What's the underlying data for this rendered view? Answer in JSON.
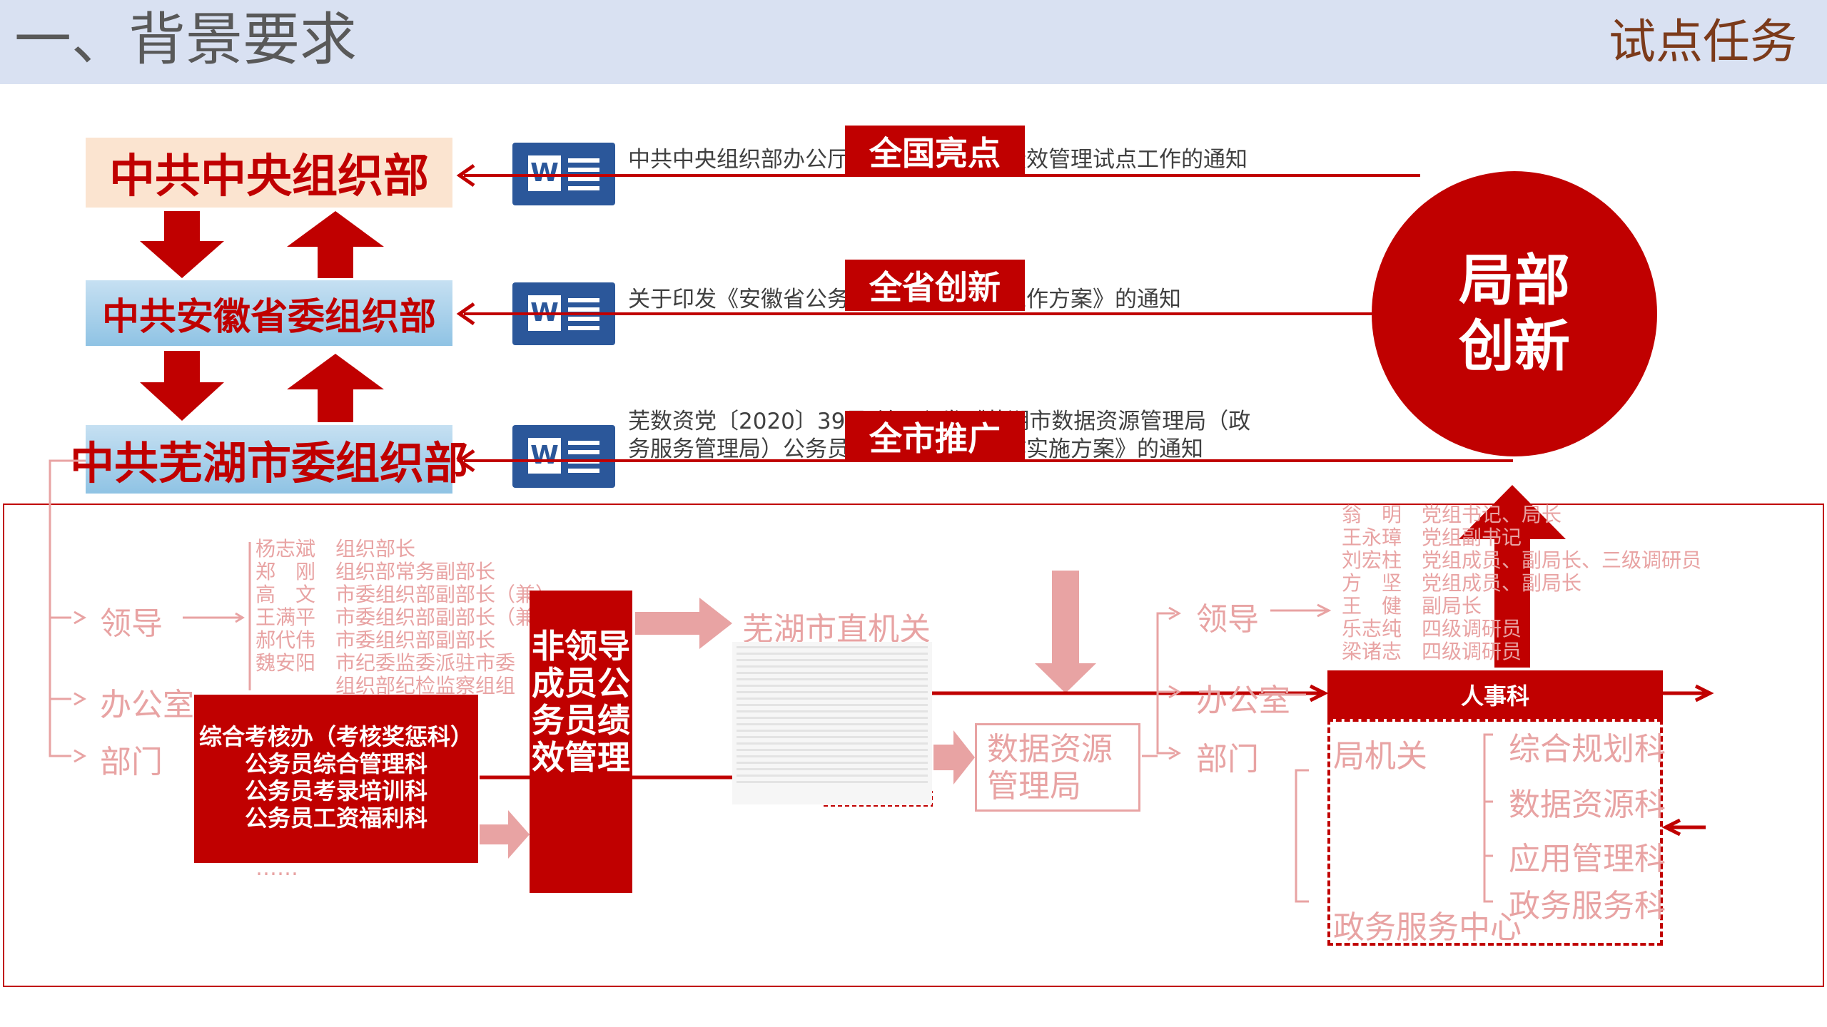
{
  "header": {
    "title": "一、背景要求",
    "subtitle": "试点任务"
  },
  "orgs": [
    "中共中央组织部",
    "中共安徽省委组织部",
    "中共芜湖市委组织部"
  ],
  "documents": [
    "中共中央组织部办公厅关于开展公务员绩效管理试点工作的通知",
    "关于印发《安徽省公务员绩效管理试点工作方案》的通知",
    "芜数资党〔2020〕39号 关于印发《芜湖市数据资源管理局（政务服务管理局）公务员绩效管理试点工作实施方案》的通知"
  ],
  "tags": [
    "全国亮点",
    "全省创新",
    "全市推广"
  ],
  "circle": {
    "line1": "局部",
    "line2": "创新"
  },
  "left_tree": {
    "branches": [
      "领导",
      "办公室",
      "部门"
    ],
    "leaders": [
      {
        "name": "杨志斌",
        "role": "组织部长"
      },
      {
        "name": "郑　刚",
        "role": "组织部常务副部长"
      },
      {
        "name": "高　文",
        "role": "市委组织部副部长（兼）"
      },
      {
        "name": "王满平",
        "role": "市委组织部副部长（兼）"
      },
      {
        "name": "郝代伟",
        "role": "市委组织部副部长"
      },
      {
        "name": "魏安阳",
        "role": "市纪委监委派驻市委组织部纪检监察组组长"
      }
    ],
    "departments": [
      "综合考核办（考核奖惩科）",
      "公务员综合管理科",
      "公务员考录培训科",
      "公务员工资福利科"
    ],
    "ellipsis": "……"
  },
  "center": {
    "nonleader_box": "非领导成员公务员绩效管理",
    "city_organs": "芜湖市直机关",
    "data_bureau": "数据资源管理局"
  },
  "right_tree": {
    "branches": [
      "领导",
      "办公室",
      "部门"
    ],
    "leaders": [
      {
        "name": "翁　明",
        "role": "党组书记、局长"
      },
      {
        "name": "王永璋",
        "role": "党组副书记"
      },
      {
        "name": "刘宏柱",
        "role": "党组成员、副局长、三级调研员"
      },
      {
        "name": "方　坚",
        "role": "党组成员、副局长"
      },
      {
        "name": "王　健",
        "role": "副局长"
      },
      {
        "name": "乐志纯",
        "role": "四级调研员"
      },
      {
        "name": "梁诸志",
        "role": "四级调研员"
      }
    ],
    "personnel_section": "人事科",
    "bureau_organ": "局机关",
    "service_center": "政务服务中心",
    "sections": [
      "综合规划科",
      "数据资源科",
      "应用管理科",
      "政务服务科"
    ]
  },
  "colors": {
    "accent_red": "#c00000",
    "faded_pink": "#e8a3a3",
    "header_bg": "#d9e1f2",
    "word_blue": "#2b579a"
  },
  "icons": [
    "word-document-icon",
    "arrow-down-icon",
    "arrow-up-icon",
    "arrow-right-icon",
    "arrow-left-icon"
  ]
}
